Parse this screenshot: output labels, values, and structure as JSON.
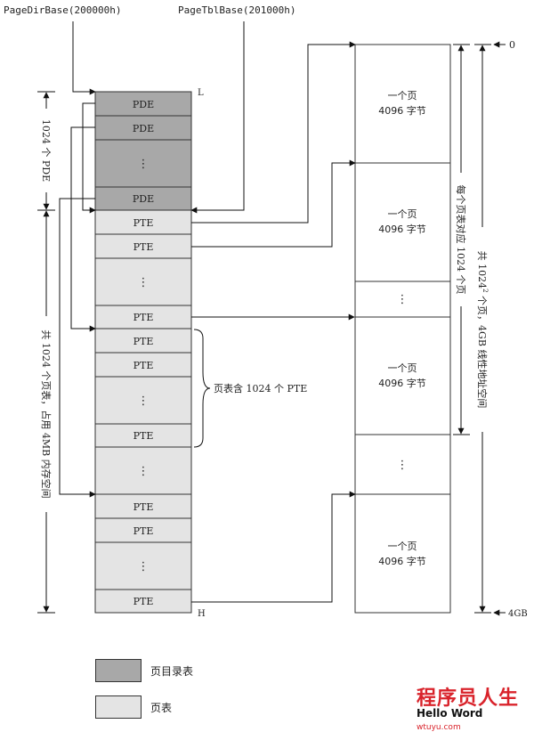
{
  "labels": {
    "page_dir_base": "PageDirBase(200000h)",
    "page_tbl_base": "PageTblBase(201000h)",
    "low_marker": "L",
    "high_marker": "H",
    "pde": "PDE",
    "pte": "PTE",
    "ellipsis": "⋮",
    "page_line1": "一个页",
    "page_line2": "4096 字节",
    "page_table_brace": "页表含 1024 个 PTE",
    "pde_count": "1024 个 PDE",
    "pte_tables": "共 1024 个页表，占用 4MB 内存空间",
    "per_table": "每个页表对应 1024 个页",
    "total_pages_prefix": "共 1024",
    "total_pages_exp": "2",
    "total_pages_suffix": " 个页，4GB 线性地址空间",
    "addr_zero": "0",
    "addr_4gb": "4GB"
  },
  "legend": [
    {
      "label": "页目录表",
      "color": "#a8a8a8"
    },
    {
      "label": "页表",
      "color": "#e4e4e4"
    }
  ],
  "watermark": {
    "title": "程序员人生",
    "subtitle": "Hello Word",
    "site": "wtuyu.com"
  },
  "colors": {
    "pde_fill": "#a8a8a8",
    "pte_fill": "#e4e4e4",
    "line": "#111111"
  }
}
